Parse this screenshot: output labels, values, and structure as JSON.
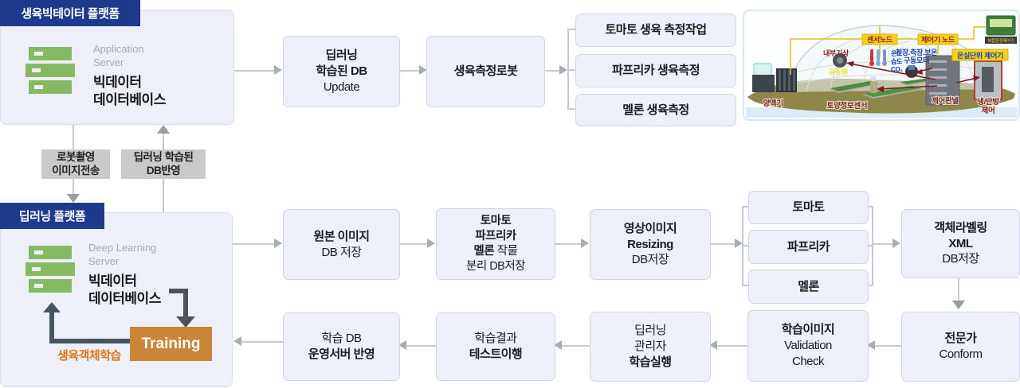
{
  "platform_top": {
    "header": "생육빅테이터 플랫폼",
    "server_type": "Application\nServer",
    "server_name": "빅데이터\n데이터베이스"
  },
  "platform_bottom": {
    "header": "딥러닝 플랫폼",
    "server_type": "Deep Learning\nServer",
    "server_name": "빅데이터\n데이터베이스",
    "training": "Training",
    "loop_label": "생육객체학습"
  },
  "transfer": {
    "to_deep": "로봇촬영\n이미지전송",
    "to_big": "딥러닝 학습된\nDB반영"
  },
  "flow_top": {
    "update_bold": "딥러닝\n학습된 DB",
    "update_reg": "Update",
    "robot": "생육측정로봇",
    "tasks": [
      "토마토 생육 측정작업",
      "파프리카 생육측정",
      "멜론 생육측정"
    ]
  },
  "flow_mid": {
    "orig_bold": "원본 이미지",
    "orig_reg": "DB 저장",
    "sep_bold": "토마토\n파프리카",
    "sep_bold2": "멜론",
    "sep_reg": " 작물",
    "sep_reg2": "분리 DB저장",
    "resize_bold": "영상이미지\nResizing",
    "resize_reg": "DB저장",
    "crops": [
      "토마토",
      "파프리카",
      "멜론"
    ],
    "label_bold": "객체라벨링\nXML",
    "label_reg": "DB저장"
  },
  "flow_bottom": {
    "expert_bold": "전문가",
    "expert_reg": "Conform",
    "valid_bold": "학습이미지",
    "valid_reg": "Validation\nCheck",
    "admin_reg": "딥러닝\n관리자",
    "admin_bold": "학습실행",
    "test_reg": "학습결과",
    "test_bold": "테스트이행",
    "deploy_reg": "학습 DB",
    "deploy_bold": "운영서버 반영"
  },
  "greenhouse": {
    "sensor_node": "센서노드",
    "controller_node": "제어기 노드",
    "unit_controller": "온실단위 제어기",
    "device": "복합환경제어기",
    "inner_weather": "내부기상",
    "motor_line1": "천장.측장.보온",
    "motor_line2": "구동모터",
    "temp": "온도",
    "humidity": "습도",
    "co2": "CO₂",
    "fan": "유동팬",
    "nutrient": "양액기",
    "soil_sensor": "토양정보센서",
    "control_panel": "제어판넬",
    "hvac_line1": "냉/난방",
    "hvac_line2": "제어"
  },
  "colors": {
    "navy": "#1d3a8c",
    "box_fill": "#edf0f9",
    "server_green": "#85ba62",
    "training_orange": "#ca8539",
    "loop_orange": "#e0741d",
    "arrow_gray": "#c6cad3",
    "dark_slate": "#46555f"
  }
}
